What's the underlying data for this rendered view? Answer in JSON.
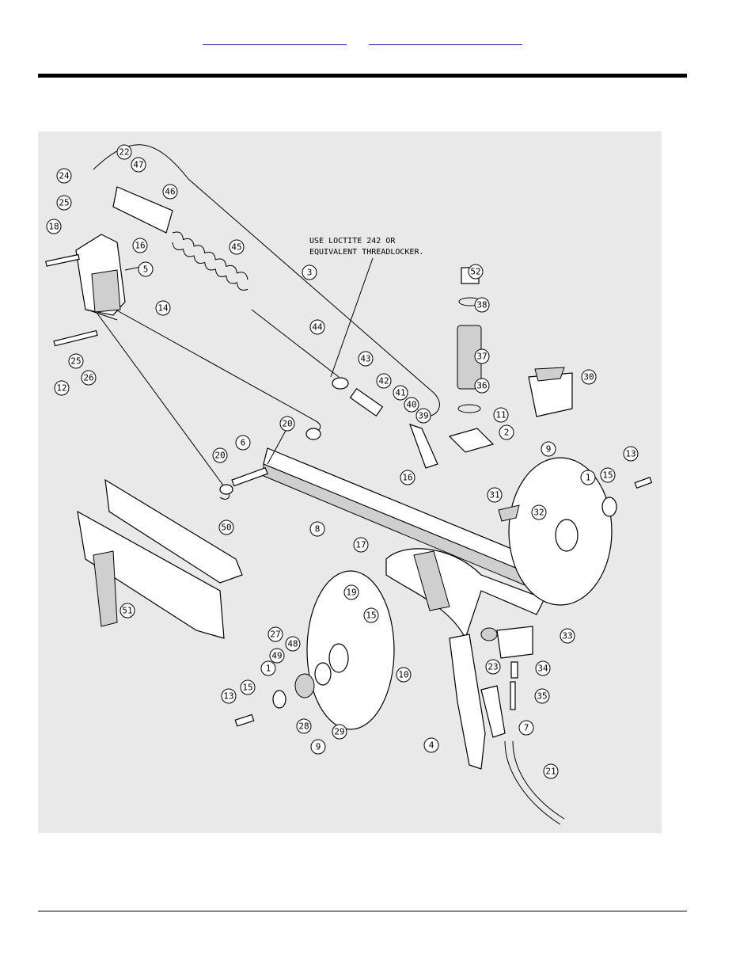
{
  "header": {
    "links": [
      "",
      ""
    ]
  },
  "diagram": {
    "note_lines": [
      "USE LOCTITE 242 OR",
      "EQUIVALENT THREADLOCKER."
    ],
    "callouts": [
      {
        "n": "22"
      },
      {
        "n": "47"
      },
      {
        "n": "24"
      },
      {
        "n": "46"
      },
      {
        "n": "25"
      },
      {
        "n": "18"
      },
      {
        "n": "16"
      },
      {
        "n": "45"
      },
      {
        "n": "5"
      },
      {
        "n": "3"
      },
      {
        "n": "14"
      },
      {
        "n": "52"
      },
      {
        "n": "38"
      },
      {
        "n": "44"
      },
      {
        "n": "25"
      },
      {
        "n": "26"
      },
      {
        "n": "12"
      },
      {
        "n": "43"
      },
      {
        "n": "37"
      },
      {
        "n": "30"
      },
      {
        "n": "42"
      },
      {
        "n": "41"
      },
      {
        "n": "40"
      },
      {
        "n": "39"
      },
      {
        "n": "36"
      },
      {
        "n": "11"
      },
      {
        "n": "2"
      },
      {
        "n": "20"
      },
      {
        "n": "20"
      },
      {
        "n": "6"
      },
      {
        "n": "9"
      },
      {
        "n": "13"
      },
      {
        "n": "1"
      },
      {
        "n": "15"
      },
      {
        "n": "16"
      },
      {
        "n": "31"
      },
      {
        "n": "32"
      },
      {
        "n": "8"
      },
      {
        "n": "17"
      },
      {
        "n": "50"
      },
      {
        "n": "51"
      },
      {
        "n": "19"
      },
      {
        "n": "15"
      },
      {
        "n": "10"
      },
      {
        "n": "23"
      },
      {
        "n": "33"
      },
      {
        "n": "27"
      },
      {
        "n": "48"
      },
      {
        "n": "49"
      },
      {
        "n": "1"
      },
      {
        "n": "34"
      },
      {
        "n": "15"
      },
      {
        "n": "13"
      },
      {
        "n": "28"
      },
      {
        "n": "29"
      },
      {
        "n": "9"
      },
      {
        "n": "35"
      },
      {
        "n": "7"
      },
      {
        "n": "4"
      },
      {
        "n": "21"
      }
    ]
  }
}
